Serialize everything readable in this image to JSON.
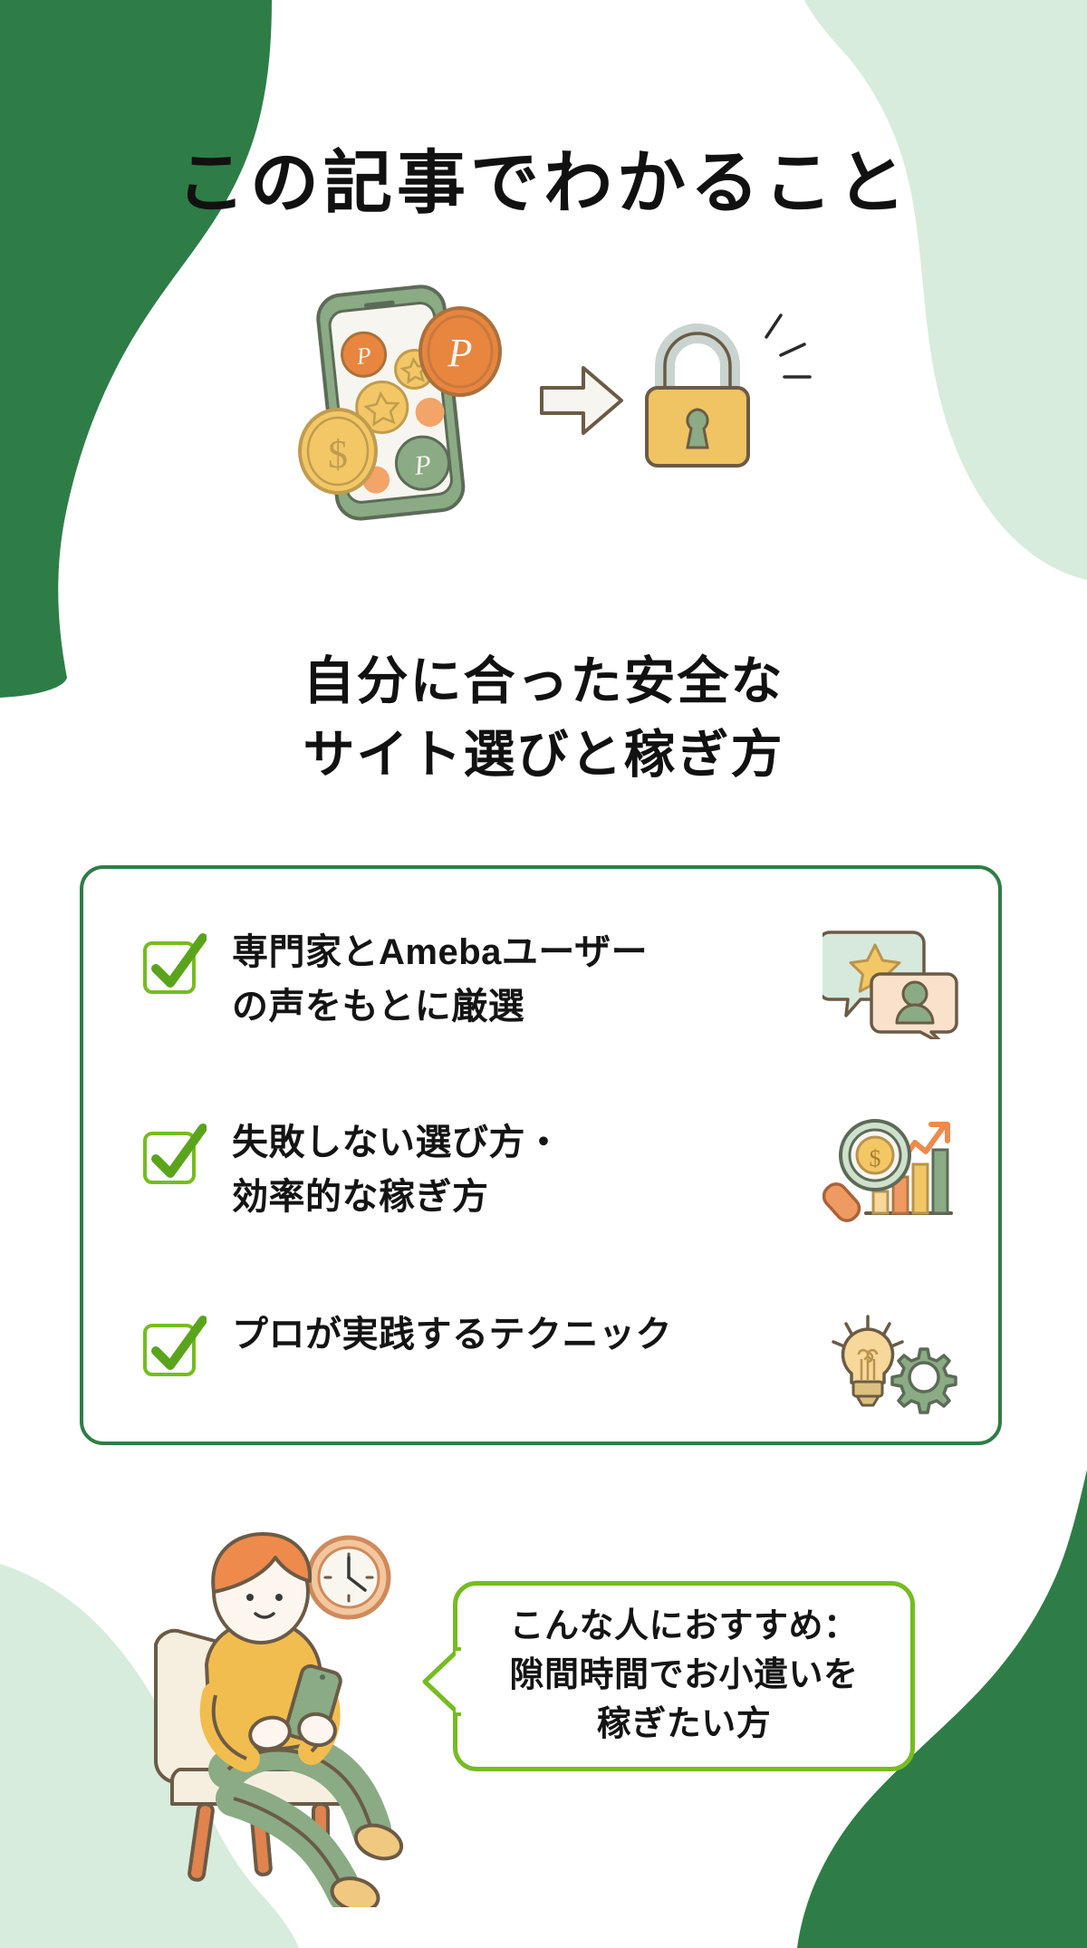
{
  "page": {
    "title": "この記事でわかること",
    "subtitle_line1": "自分に合った安全な",
    "subtitle_line2": "サイト選びと稼ぎ方"
  },
  "colors": {
    "brand_green_dark": "#2e7d46",
    "brand_green_light": "#dbeee0",
    "check_green": "#76bc21",
    "card_border": "#2e7d46",
    "bubble_border": "#76bc21",
    "text_dark": "#141414",
    "coin_orange": "#e8853f",
    "coin_yellow": "#f3c766",
    "phone_green": "#8aab84",
    "lock_yellow": "#f0c462",
    "lock_shackle": "#c9d3cf"
  },
  "hero": {
    "name": "phone-coins-to-lock",
    "phone_label": "smartphone-with-points",
    "coin_labels": [
      "P",
      "P",
      "P",
      "$"
    ],
    "arrow_label": "arrow-right",
    "lock_label": "padlock-secure"
  },
  "checklist": {
    "items": [
      {
        "check_icon": "checkbox-checked-icon",
        "line1": "専門家とAmebaユーザー",
        "line2": "の声をもとに厳選",
        "icon": "chat-bubbles-star-user-icon"
      },
      {
        "check_icon": "checkbox-checked-icon",
        "line1": "失敗しない選び方・",
        "line2": "効率的な稼ぎ方",
        "icon": "magnifier-money-growth-chart-icon"
      },
      {
        "check_icon": "checkbox-checked-icon",
        "line1": "プロが実践するテクニック",
        "line2": "",
        "icon": "lightbulb-gear-icon"
      }
    ]
  },
  "bottom": {
    "person_icon": "person-sitting-chair-smartphone-icon",
    "clock_icon": "wall-clock-icon",
    "bubble": {
      "line1": "こんな人におすすめ：",
      "line2": "隙間時間でお小遣いを",
      "line3": "稼ぎたい方"
    }
  }
}
